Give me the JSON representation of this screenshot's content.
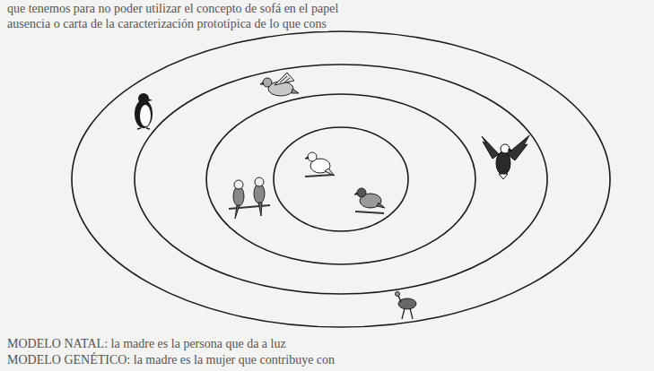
{
  "diagram": {
    "labels": [
      "que tenemos para no poder utilizar el concepto de sofá en el papel",
      "ausencia o carta de la caracterización prototípica de lo que cons",
      "MODELO NATAL: la madre es la persona que da a luz",
      "MODELO GENÉTICO: la madre es la mujer que contribuye con"
    ]
  }
}
